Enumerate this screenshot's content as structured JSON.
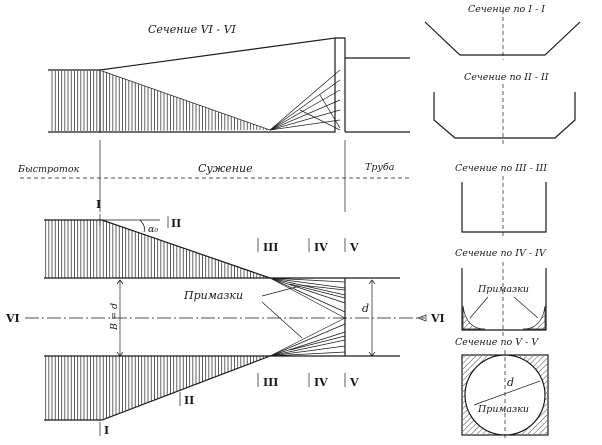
{
  "labels": {
    "top_section_title": "Сечение VI - VI",
    "bystrotok": "Быстроток",
    "suzhenie": "Сужение",
    "truba": "Труба",
    "primazki": "Примазки",
    "alpha": "α₀",
    "width_b": "B = d",
    "diam_d": "d",
    "vi": "VI"
  },
  "markers": {
    "I": "I",
    "II": "II",
    "III": "III",
    "IV": "IV",
    "V": "V"
  },
  "sections": [
    {
      "title": "Сечение по I - I"
    },
    {
      "title": "Сечение по II - II"
    },
    {
      "title": "Сечение по III - III"
    },
    {
      "title": "Сечение по IV - IV",
      "note": "Примазки"
    },
    {
      "title": "Сечение по V - V",
      "note": "Примазки",
      "dim": "d"
    }
  ]
}
